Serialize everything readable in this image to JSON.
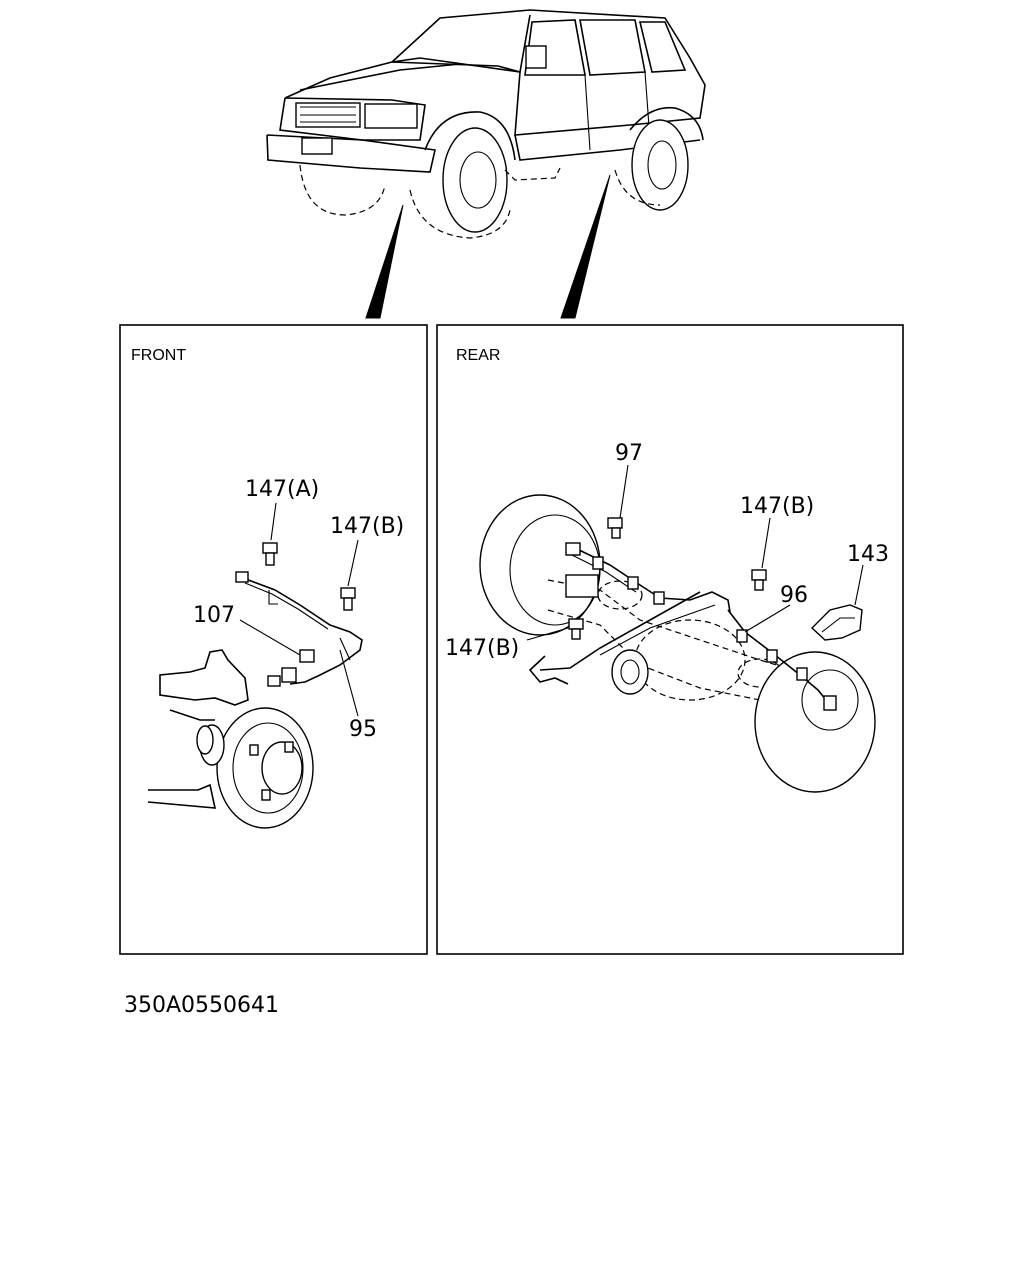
{
  "panels": {
    "front": {
      "title": "FRONT"
    },
    "rear": {
      "title": "REAR"
    }
  },
  "callouts": {
    "front": {
      "clip_a": "147(A)",
      "clip_b": "147(B)",
      "bolt": "107",
      "sensor": "95"
    },
    "rear": {
      "bolt": "97",
      "clip_b_upper": "147(B)",
      "clip_b_lower": "147(B)",
      "bracket": "143",
      "sensor": "96"
    }
  },
  "drawing_code": "350A0550641"
}
